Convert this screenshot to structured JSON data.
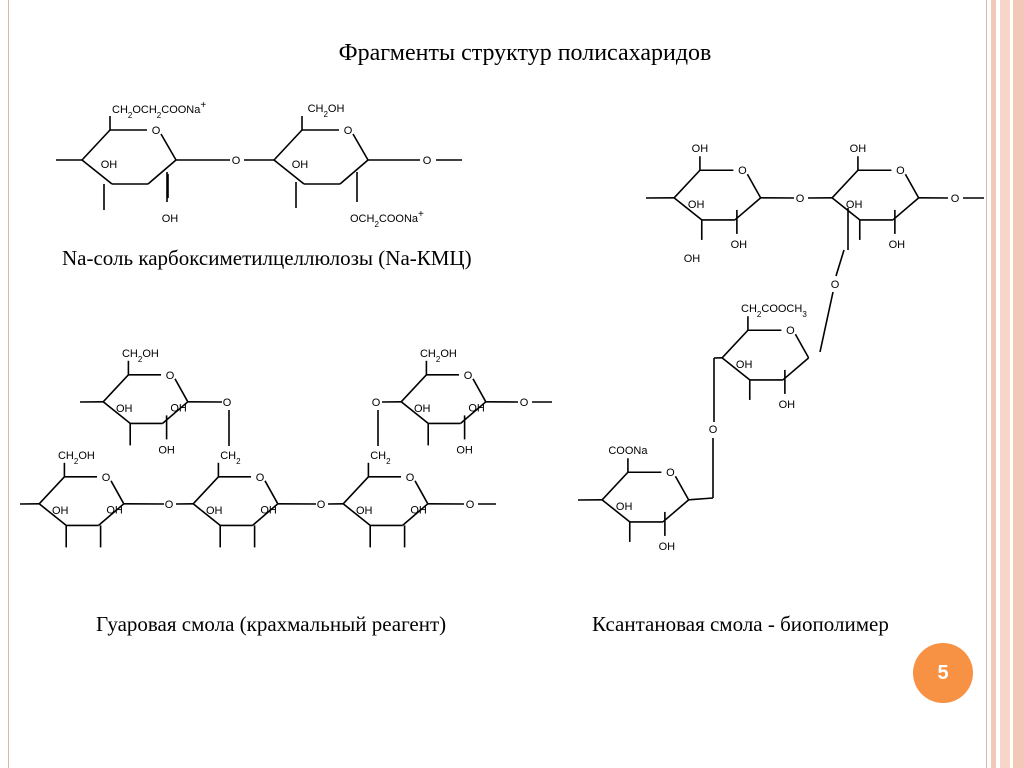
{
  "title": "Фрагменты структур полисахаридов",
  "page_number": "5",
  "structures": {
    "cmc": {
      "caption": "Na-соль карбоксиметилцеллюлозы (Na-КМЦ)",
      "ring1_substituent": "CH2OCH2COONa+",
      "ring1_oh_inner": "OH",
      "ring1_oh_bottom": "OH",
      "ring2_substituent": "CH2OH",
      "ring2_oh_inner": "OH",
      "ring2_bottom_substituent": "OCH2COONa+",
      "ring_oxygen": "O",
      "link_oxygen": "O"
    },
    "guar": {
      "caption": "Гуаровая смола (крахмальный реагент)",
      "ch2oh": "CH2OH",
      "ch2": "CH2",
      "oh": "OH",
      "o": "O"
    },
    "xanthan": {
      "caption": "Ксантановая смола - биополимер",
      "ch2cooch3": "CH2COOCH3",
      "coona": "COONa",
      "oh": "OH",
      "o": "O"
    }
  }
}
